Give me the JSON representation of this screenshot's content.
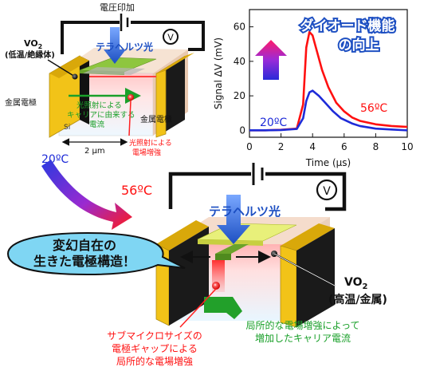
{
  "top_device": {
    "voltage_label": "電圧印加",
    "meter_symbol": "V",
    "vo2_label": "VO",
    "vo2_sub": "2",
    "vo2_state": "(低温/絶縁体)",
    "thz_label": "テラヘルツ光",
    "left_electrode": "金属電極",
    "right_electrode": "金属電極",
    "current_line1": "光照射による",
    "current_line2": "キャリアに由来する",
    "current_line3": "電流",
    "field_line1": "光照射による",
    "field_line2": "電場増強",
    "substrate": "Si",
    "gap": "2 μm",
    "temperature": "20ºC"
  },
  "bottom_device": {
    "temperature": "56ºC",
    "thz_label": "テラヘルツ光",
    "meter_symbol": "V",
    "bubble_line1": "変幻自在の",
    "bubble_line2": "生きた電極構造！",
    "vo2_label": "VO",
    "vo2_sub": "2",
    "vo2_state": "(高温/金属)",
    "gap_line1": "サブマイクロサイズの",
    "gap_line2": "電極ギャップによる",
    "gap_line3": "局所的な電場増強",
    "current_line1": "局所的な電場増強によって",
    "current_line2": "増加したキャリア電流"
  },
  "headline": {
    "line1": "ダイオード機能",
    "line2": "の向上"
  },
  "colors": {
    "electrode_yellow": "#f2c318",
    "vo2_green": "#8ec63f",
    "thz_blue": "#2a63c9",
    "series_20": "#1e2bd8",
    "series_56": "#ff1010",
    "bubble_fill": "#7fd6f3"
  },
  "chart_data": {
    "type": "line",
    "xlabel": "Time (μs)",
    "ylabel": "Signal ΔV (mV)",
    "xlim": [
      0,
      10
    ],
    "ylim": [
      -4,
      70
    ],
    "xticks": [
      0,
      2,
      4,
      6,
      8,
      10
    ],
    "yticks": [
      0,
      20,
      40,
      60
    ],
    "grid": false,
    "series": [
      {
        "name": "56ºC",
        "color": "#ff1010",
        "x": [
          0,
          1,
          2,
          3,
          3.4,
          3.6,
          3.8,
          4.0,
          4.3,
          4.6,
          5.0,
          5.5,
          6,
          6.5,
          7,
          8,
          9,
          10
        ],
        "y": [
          0,
          0,
          0.3,
          1,
          15,
          48,
          57,
          55,
          45,
          35,
          25,
          16,
          11,
          7.5,
          5.5,
          3.5,
          2.5,
          2
        ]
      },
      {
        "name": "20ºC",
        "color": "#1e2bd8",
        "x": [
          0,
          1,
          2,
          3,
          3.4,
          3.6,
          3.8,
          4.0,
          4.4,
          4.8,
          5.3,
          5.8,
          6.5,
          7,
          8,
          9,
          10
        ],
        "y": [
          0,
          0,
          0.2,
          0.8,
          7,
          17,
          22,
          23,
          20,
          16,
          11,
          7,
          4,
          2.5,
          1,
          0.5,
          0
        ]
      }
    ]
  }
}
